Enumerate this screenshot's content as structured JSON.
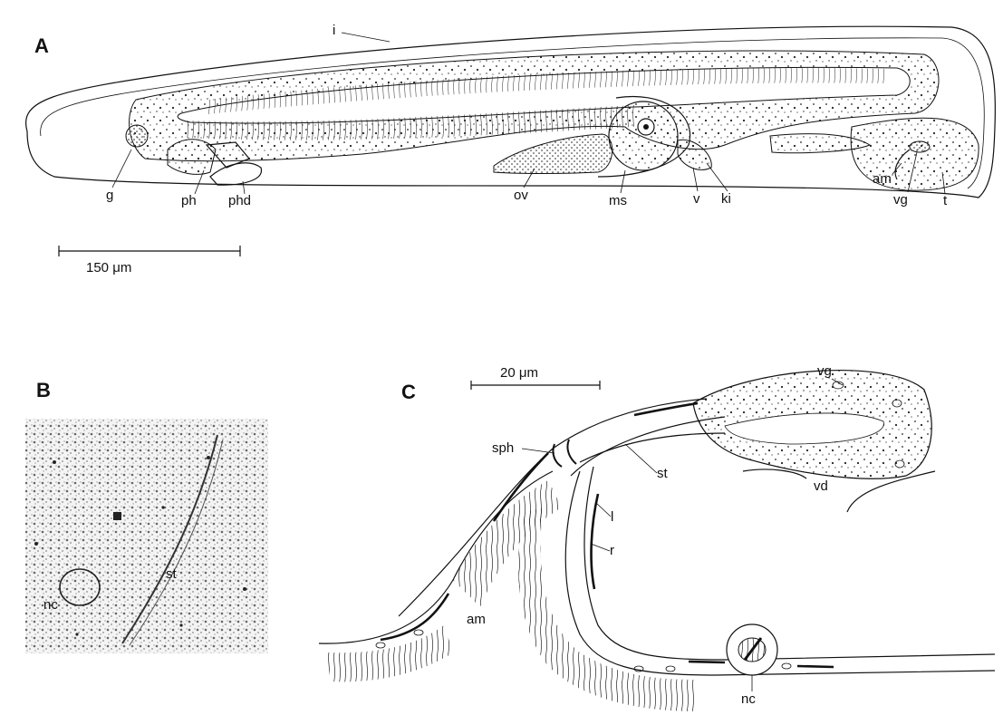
{
  "panels": {
    "a": {
      "letter": "A",
      "labels": {
        "i": "i",
        "g": "g",
        "ph": "ph",
        "phd": "phd",
        "ov": "ov",
        "ms": "ms",
        "v": "v",
        "ki": "ki",
        "am": "am",
        "vg": "vg",
        "t": "t"
      },
      "scale_bar": "150 μm"
    },
    "b": {
      "letter": "B",
      "labels": {
        "nc": "nc",
        "st": "st"
      }
    },
    "c": {
      "letter": "C",
      "labels": {
        "vg": "vg",
        "sph": "sph",
        "st": "st",
        "vd": "vd",
        "l": "l",
        "r": "r",
        "am": "am",
        "nc": "nc"
      },
      "scale_bar": "20 μm"
    }
  }
}
